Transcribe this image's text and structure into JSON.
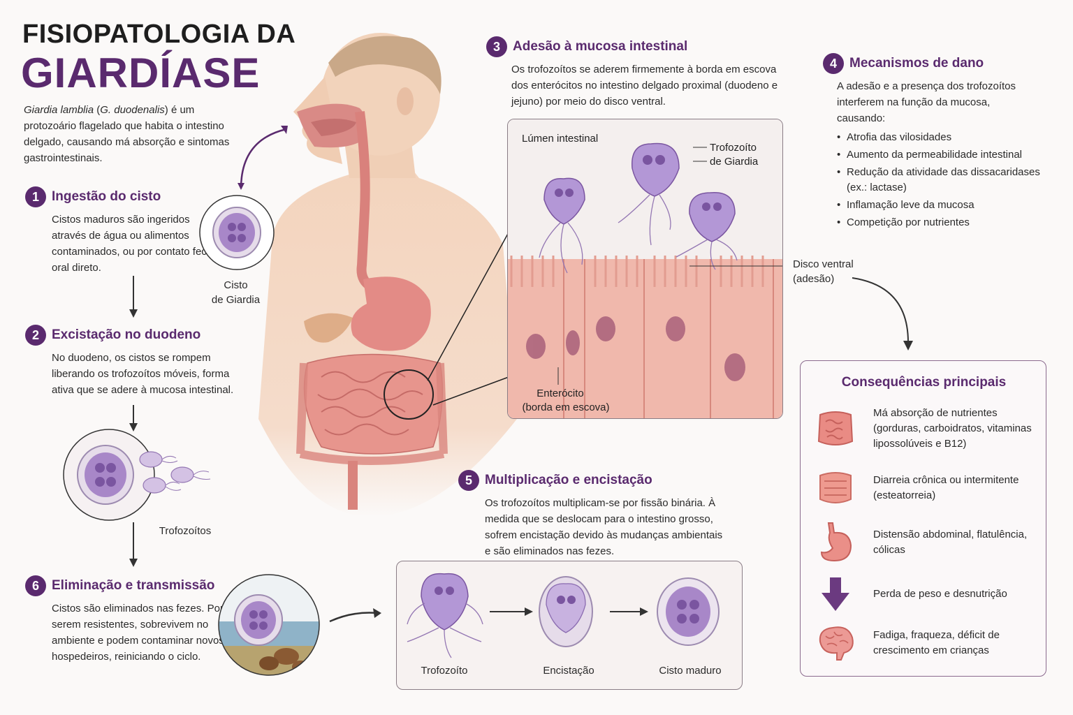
{
  "header": {
    "title_line1": "FISIOPATOLOGIA DA",
    "title_line2": "GIARDÍASE"
  },
  "intro": {
    "organism": "Giardia lamblia",
    "synonym": "G. duodenalis",
    "text_part1": " (",
    "text_part2": ") é um protozoário flagelado que habita o intestino delgado, causando má absorção e sintomas gastrointestinais."
  },
  "steps": [
    {
      "num": "1",
      "title": "Ingestão do cisto",
      "text": "Cistos maduros são ingeridos através de água ou alimentos contaminados, ou por contato fecal-oral direto."
    },
    {
      "num": "2",
      "title": "Excistação no duodeno",
      "text": "No duodeno, os cistos se rompem liberando os trofozoítos móveis, forma ativa que se adere à mucosa intestinal."
    },
    {
      "num": "3",
      "title": "Adesão à mucosa intestinal",
      "text": "Os trofozoítos se aderem firmemente à borda em escova dos enterócitos no intestino delgado proximal (duodeno e jejuno) por meio do disco ventral."
    },
    {
      "num": "4",
      "title": "Mecanismos de dano",
      "text": "A adesão e a presença dos trofozoítos interferem na função da mucosa, causando:"
    },
    {
      "num": "5",
      "title": "Multiplicação e encistação",
      "text": "Os trofozoítos multiplicam-se por fissão binária. À medida que se deslocam para o intestino grosso, sofrem encistação devido às mudanças ambientais e são eliminados nas fezes."
    },
    {
      "num": "6",
      "title": "Eliminação e transmissão",
      "text": "Cistos são eliminados nas fezes. Por serem resistentes, sobrevivem no ambiente e podem contaminar novos hospedeiros, reiniciando o ciclo."
    }
  ],
  "labels": {
    "cyst_line1": "Cisto",
    "cyst_line2": "de Giardia",
    "trophozoites": "Trofozoítos",
    "lumen": "Lúmen intestinal",
    "trophozoite_line1": "Trofozoíto",
    "trophozoite_line2": "de Giardia",
    "disk_line1": "Disco ventral",
    "disk_line2": "(adesão)",
    "enterocyte_line1": "Enterócito",
    "enterocyte_line2": "(borda em escova)",
    "stage_trophozoite": "Trofozoíto",
    "stage_encystation": "Encistação",
    "stage_mature_cyst": "Cisto maduro"
  },
  "damage_mechanisms": [
    "Atrofia das vilosidades",
    "Aumento da permeabilidade intestinal",
    "Redução da atividade das dissacaridases (ex.: lactase)",
    "Inflamação leve da mucosa",
    "Competição por nutrientes"
  ],
  "consequences": {
    "title": "Consequências principais",
    "items": [
      {
        "icon": "intestine-icon",
        "text": "Má absorção de nutrientes (gorduras, carboidratos, vitaminas lipossolúveis e B12)"
      },
      {
        "icon": "colon-icon",
        "text": "Diarreia crônica ou intermitente (esteatorreia)"
      },
      {
        "icon": "stomach-icon",
        "text": "Distensão abdominal, flatulência, cólicas"
      },
      {
        "icon": "down-arrow-icon",
        "text": "Perda de peso e desnutrição"
      },
      {
        "icon": "brain-icon",
        "text": "Fadiga, fraqueza, déficit de crescimento em crianças"
      }
    ]
  },
  "colors": {
    "accent": "#5a2a6e",
    "parasite": "#9b7bc6",
    "tissue": "#e89a94",
    "skin": "#f1d2bb"
  }
}
